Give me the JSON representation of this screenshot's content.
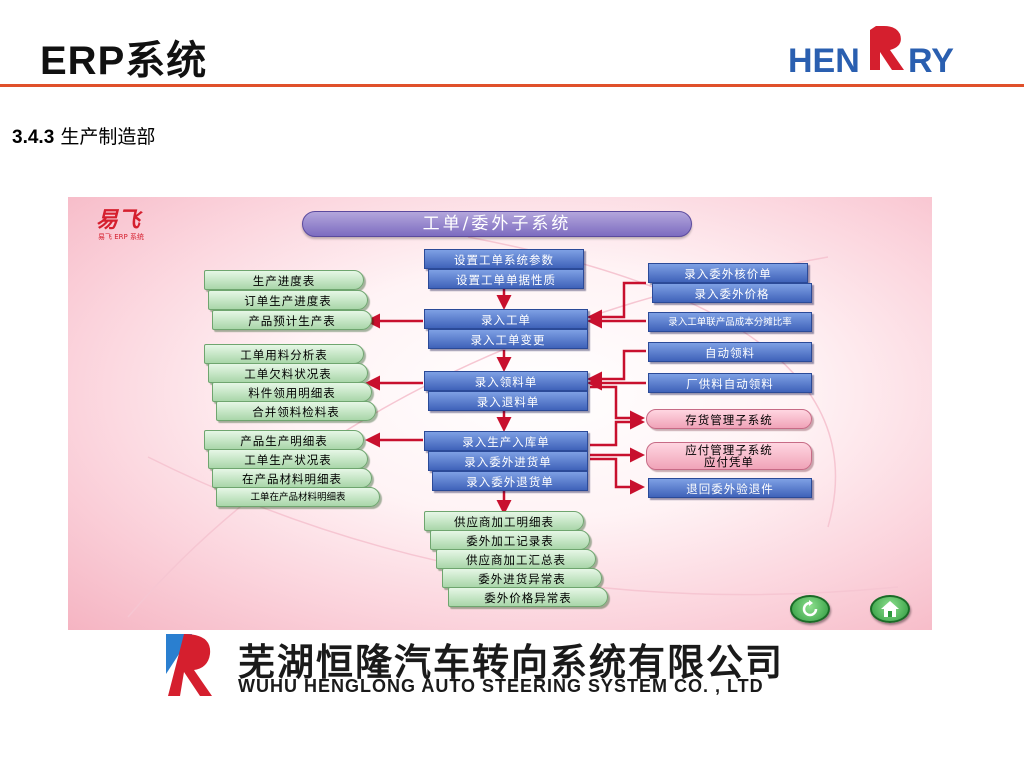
{
  "header": {
    "title": "ERP系统",
    "brand_logo_text_left": "HEN",
    "brand_logo_text_right": "RY"
  },
  "section": {
    "number": "3.4.3",
    "title": "生产制造部"
  },
  "diagram": {
    "corner_logo_text": "易飞",
    "corner_logo_subtext": "易飞 ERP 系统",
    "banner": "工单/委外子系统",
    "setup": [
      "设置工单系统参数",
      "设置工单单据性质"
    ],
    "work_order": [
      "录入工单",
      "录入工单变更"
    ],
    "material": [
      "录入领料单",
      "录入退料单"
    ],
    "receipt": [
      "录入生产入库单",
      "录入委外进货单",
      "录入委外退货单"
    ],
    "reports_left_1": [
      "生产进度表",
      "订单生产进度表",
      "产品预计生产表"
    ],
    "reports_left_2": [
      "工单用料分析表",
      "工单欠料状况表",
      "料件领用明细表",
      "合并领料检料表"
    ],
    "reports_left_3": [
      "产品生产明细表",
      "工单生产状况表",
      "在产品材料明细表",
      "工单在产品材料明细表"
    ],
    "reports_bottom": [
      "供应商加工明细表",
      "委外加工记录表",
      "供应商加工汇总表",
      "委外进货异常表",
      "委外价格异常表"
    ],
    "right_inputs": [
      "录入委外核价单",
      "录入委外价格",
      "录入工单联产品成本分摊比率",
      "自动领料",
      "厂供料自动领料",
      "退回委外验退件"
    ],
    "subsystems": [
      "存货管理子系统",
      "应付管理子系统",
      "应付凭单"
    ],
    "nav": [
      "refresh-button",
      "home-button"
    ]
  },
  "footer": {
    "company_name_cn": "芜湖恒隆汽车转向系统有限公司",
    "company_name_en": "WUHU HENGLONG AUTO STEERING SYSTEM CO. , LTD"
  },
  "colors": {
    "accent": "#e0502a",
    "flow_blue": "#3f62b9",
    "report_green": "#a9d6a9",
    "subsystem_pink": "#f0a3b8",
    "arrow_red": "#c8102e"
  }
}
